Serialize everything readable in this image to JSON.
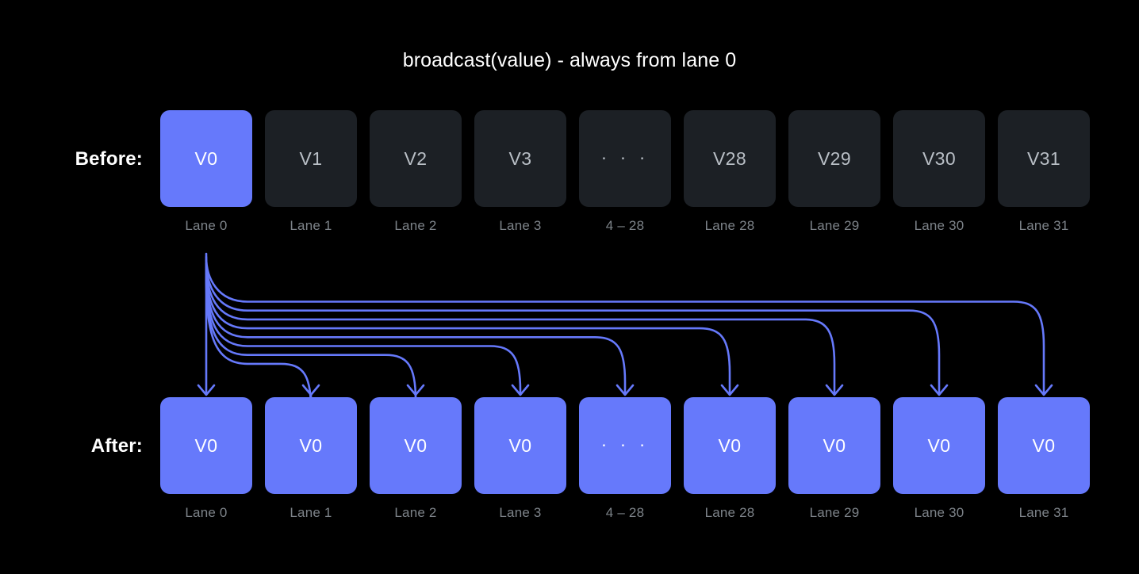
{
  "diagram": {
    "title": "broadcast(value) - always from lane 0",
    "source_lane_index": 0,
    "accent_color": "#6679fb",
    "box_color": "#1c2025",
    "background_color": "#000000",
    "label_color": "#7d8389",
    "rows": {
      "before": {
        "label": "Before:",
        "cells": [
          {
            "value": "V0",
            "lane": "Lane 0",
            "highlighted": true,
            "ellipsis": false
          },
          {
            "value": "V1",
            "lane": "Lane 1",
            "highlighted": false,
            "ellipsis": false
          },
          {
            "value": "V2",
            "lane": "Lane 2",
            "highlighted": false,
            "ellipsis": false
          },
          {
            "value": "V3",
            "lane": "Lane 3",
            "highlighted": false,
            "ellipsis": false
          },
          {
            "value": "· · ·",
            "lane": "4 – 28",
            "highlighted": false,
            "ellipsis": true
          },
          {
            "value": "V28",
            "lane": "Lane 28",
            "highlighted": false,
            "ellipsis": false
          },
          {
            "value": "V29",
            "lane": "Lane 29",
            "highlighted": false,
            "ellipsis": false
          },
          {
            "value": "V30",
            "lane": "Lane 30",
            "highlighted": false,
            "ellipsis": false
          },
          {
            "value": "V31",
            "lane": "Lane 31",
            "highlighted": false,
            "ellipsis": false
          }
        ]
      },
      "after": {
        "label": "After:",
        "cells": [
          {
            "value": "V0",
            "lane": "Lane 0",
            "highlighted": true,
            "ellipsis": false
          },
          {
            "value": "V0",
            "lane": "Lane 1",
            "highlighted": true,
            "ellipsis": false
          },
          {
            "value": "V0",
            "lane": "Lane 2",
            "highlighted": true,
            "ellipsis": false
          },
          {
            "value": "V0",
            "lane": "Lane 3",
            "highlighted": true,
            "ellipsis": false
          },
          {
            "value": "· · ·",
            "lane": "4 – 28",
            "highlighted": true,
            "ellipsis": true
          },
          {
            "value": "V0",
            "lane": "Lane 28",
            "highlighted": true,
            "ellipsis": false
          },
          {
            "value": "V0",
            "lane": "Lane 29",
            "highlighted": true,
            "ellipsis": false
          },
          {
            "value": "V0",
            "lane": "Lane 30",
            "highlighted": true,
            "ellipsis": false
          },
          {
            "value": "V0",
            "lane": "Lane 31",
            "highlighted": true,
            "ellipsis": false
          }
        ]
      }
    }
  }
}
